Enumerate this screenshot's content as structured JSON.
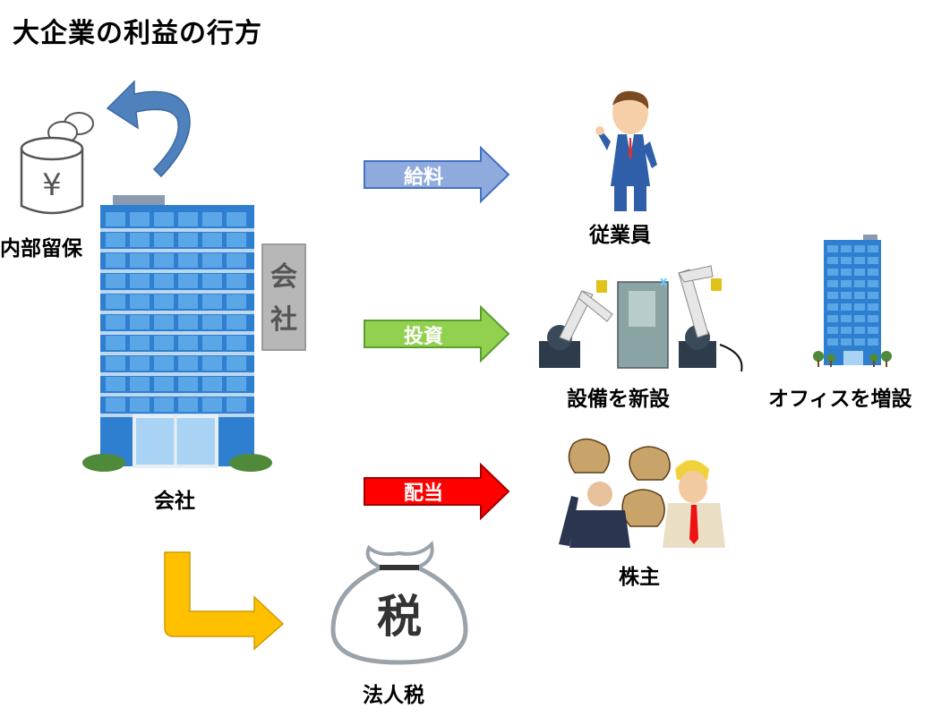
{
  "title": "大企業の利益の行方",
  "nodes": {
    "retained": "内部留保",
    "company": "会社",
    "company_sign": [
      "会",
      "社"
    ],
    "employee": "従業員",
    "equipment": "設備を新設",
    "office": "オフィスを増設",
    "shareholder": "株主",
    "tax": "法人税",
    "tax_bag": "税",
    "yen": "¥"
  },
  "arrows": {
    "salary": "給料",
    "investment": "投資",
    "dividend": "配当"
  },
  "colors": {
    "salary": "#8faadc",
    "investment": "#92d050",
    "dividend": "#ff0000",
    "retained_arrow": "#4472c4",
    "tax_arrow": "#ffc000",
    "building": "#3a8ad4"
  }
}
